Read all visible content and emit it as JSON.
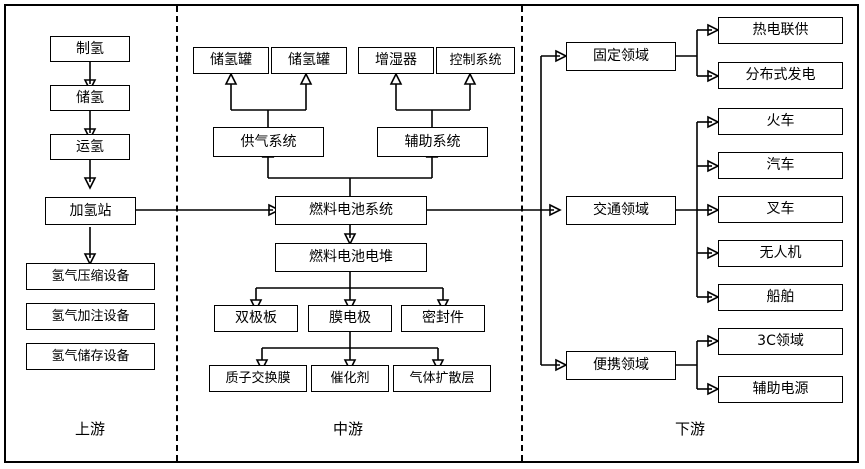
{
  "diagram": {
    "title": "",
    "zones": [
      {
        "id": "upstream",
        "label": "上游"
      },
      {
        "id": "midstream",
        "label": "中游"
      },
      {
        "id": "downstream",
        "label": "下游"
      }
    ],
    "nodes": {
      "upstream": [
        {
          "id": "u1",
          "label": "制氢"
        },
        {
          "id": "u2",
          "label": "储氢"
        },
        {
          "id": "u3",
          "label": "运氢"
        },
        {
          "id": "u4",
          "label": "加氢站"
        },
        {
          "id": "u5",
          "label": "氢气压缩设备"
        },
        {
          "id": "u6",
          "label": "氢气加注设备"
        },
        {
          "id": "u7",
          "label": "氢气储存设备"
        }
      ],
      "midstream": [
        {
          "id": "m1",
          "label": "储氢罐"
        },
        {
          "id": "m2",
          "label": "储氢罐"
        },
        {
          "id": "m3",
          "label": "增湿器"
        },
        {
          "id": "m4",
          "label": "控制系统"
        },
        {
          "id": "m5",
          "label": "供气系统"
        },
        {
          "id": "m6",
          "label": "辅助系统"
        },
        {
          "id": "m7",
          "label": "燃料电池系统"
        },
        {
          "id": "m8",
          "label": "燃料电池电堆"
        },
        {
          "id": "m9",
          "label": "双极板"
        },
        {
          "id": "m10",
          "label": "膜电极"
        },
        {
          "id": "m11",
          "label": "密封件"
        },
        {
          "id": "m12",
          "label": "质子交换膜"
        },
        {
          "id": "m13",
          "label": "催化剂"
        },
        {
          "id": "m14",
          "label": "气体扩散层"
        }
      ],
      "downstream": [
        {
          "id": "d1",
          "label": "固定领域"
        },
        {
          "id": "d2",
          "label": "热电联供"
        },
        {
          "id": "d3",
          "label": "分布式发电"
        },
        {
          "id": "d4",
          "label": "交通领域"
        },
        {
          "id": "d5",
          "label": "火车"
        },
        {
          "id": "d6",
          "label": "汽车"
        },
        {
          "id": "d7",
          "label": "叉车"
        },
        {
          "id": "d8",
          "label": "无人机"
        },
        {
          "id": "d9",
          "label": "船舶"
        },
        {
          "id": "d10",
          "label": "便携领域"
        },
        {
          "id": "d11",
          "label": "3C领域"
        },
        {
          "id": "d12",
          "label": "辅助电源"
        }
      ]
    },
    "colors": {
      "stroke": "#000000",
      "background": "#ffffff"
    }
  }
}
